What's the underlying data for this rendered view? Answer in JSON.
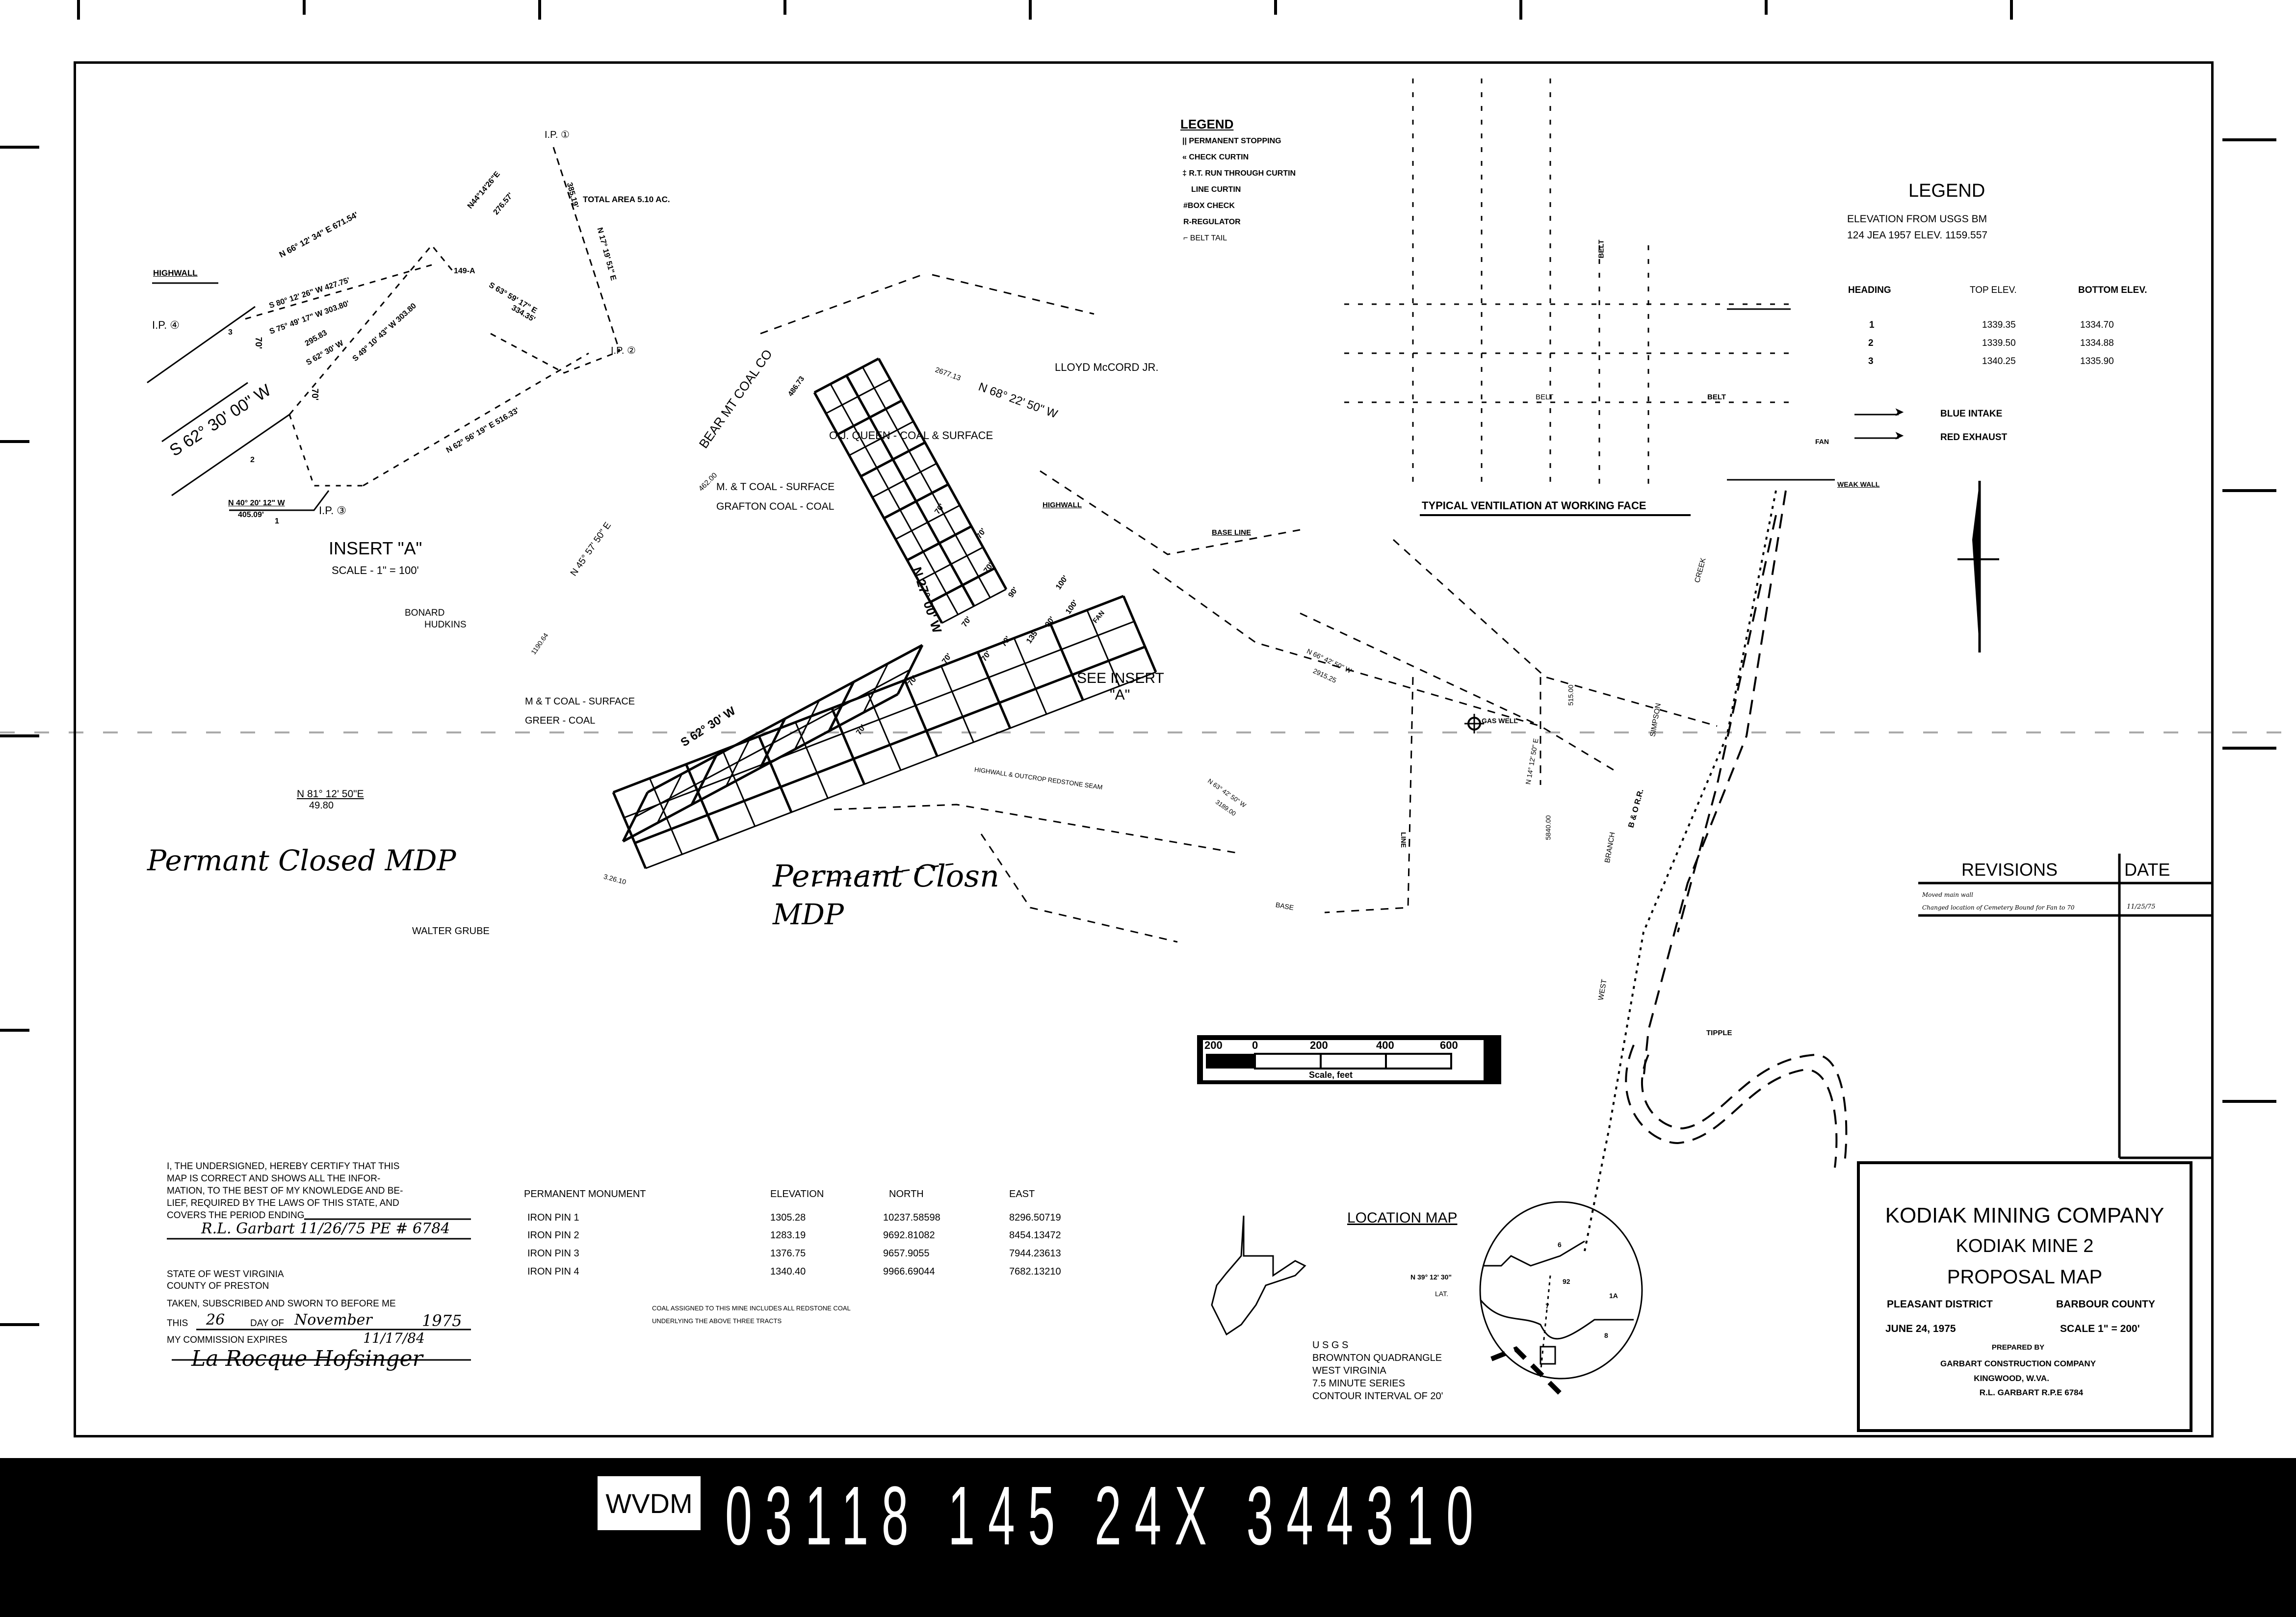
{
  "top_legend": {
    "title": "LEGEND",
    "items": [
      "|| PERMANENT  STOPPING",
      "« CHECK  CURTIN",
      "‡ R.T.  RUN THROUGH  CURTIN",
      "LINE CURTIN",
      "#BOX  CHECK",
      "R-REGULATOR",
      "⌐ BELT  TAIL"
    ]
  },
  "right_legend": {
    "title": "LEGEND",
    "elevation_line1": "ELEVATION  FROM  USGS  BM",
    "elevation_line2": "124 JEA 1957  ELEV. 1159.557",
    "headers": [
      "HEADING",
      "TOP ELEV.",
      "BOTTOM ELEV."
    ],
    "rows": [
      [
        "1",
        "1339.35",
        "1334.70"
      ],
      [
        "2",
        "1339.50",
        "1334.88"
      ],
      [
        "3",
        "1340.25",
        "1335.90"
      ]
    ],
    "air": [
      {
        "label": "BLUE  INTAKE",
        "color": "#000000"
      },
      {
        "label": "RED  EXHAUST",
        "color": "#000000"
      }
    ]
  },
  "insert_a": {
    "title": "INSERT \"A\"",
    "scale": "SCALE - 1\" = 100'",
    "highwall": "HIGHWALL",
    "total_area": "TOTAL  AREA  5.10  AC.",
    "bearing_main": "S 62° 30' 00\" W",
    "b1": "N 66° 12' 34\" E     671.54'",
    "b2": "N44°14'26\"E",
    "b2d": "276.57'",
    "b3": "S 80° 12' 26\" W    427.75'",
    "b4": "S 75° 49' 17\" W   303.80'",
    "b5": "295.83",
    "b5b": "S 62° 30' W",
    "b6": "S 49° 10' 43\" W    303.80",
    "b7": "S 63° 59' 17\" E",
    "b7d": "334.35'",
    "b8": "N 17° 19' 51\" E",
    "b8d": "385.19'",
    "b9": "N 62° 56' 19\" E     516.33'",
    "b10": "N 40° 20' 12\" W",
    "b10d": "405.09'",
    "tract": "149-A",
    "ip1": "I.P. ①",
    "ip2": "I.P. ②",
    "ip3": "I.P. ③",
    "ip4": "I.P. ④",
    "w70": "70'",
    "n1": "1",
    "n2": "2",
    "n3": "3"
  },
  "map_labels": {
    "bonard": "BONARD",
    "hudkins": "HUDKINS",
    "n45": "N 45° 57' 50\" E",
    "d1190": "1190.64",
    "mt_surface_lower": "M & T  COAL - SURFACE",
    "greer": "GREER          - COAL",
    "n81": "N 81° 12' 50\"E",
    "d4980": "49.80",
    "handwritten_1": "Permant Closed MDP",
    "handwritten_2": "Permant Closn",
    "handwritten_2b": "MDP",
    "walter": "WALTER  GRUBE",
    "d32610": "3.26.10",
    "bear_mt": "BEAR  MT  COAL  CO",
    "d48673": "486.73",
    "d46200": "462.00",
    "d267713": "2677.13",
    "n68": "N 68° 22' 50\" W",
    "lloyd": "LLOYD  McCORD  JR.",
    "oj_queen": "O.J. QUEEN - COAL & SURFACE",
    "mt_surface": "M. & T  COAL - SURFACE",
    "grafton": "GRAFTON  COAL - COAL",
    "highwall": "HIGHWALL",
    "n27": "N 27° 00' W",
    "s62": "S 62° 30' W",
    "see_insert": "SEE INSERT",
    "see_insert_a": "\"A\"",
    "fan": "FAN",
    "base_line": "BASE  LINE",
    "n66": "N 66° 42' 50\" W",
    "d291525": "2915.25",
    "gas_well": "GAS WELL",
    "outcrop": "HIGHWALL & OUTCROP  REDSTONE SEAM",
    "n63": "N 63° 42' 50\" W",
    "d318900": "3189.00",
    "line": "LINE",
    "base": "BASE",
    "n14": "N 14° 12' 50\" E",
    "d51500": "515.00",
    "d584000": "5840.00",
    "creek": "CREEK",
    "simpson": "SIMPSON",
    "branch": "BRANCH",
    "west": "WEST",
    "bo_rr": "B & O  R.R.",
    "tipple": "TIPPLE",
    "dims": [
      "70'",
      "70'",
      "70'",
      "70'",
      "90'",
      "100'",
      "70'",
      "70'",
      "135'",
      "90'",
      "100'",
      "70'",
      "70'",
      "70'"
    ]
  },
  "ventilation": {
    "title": "TYPICAL  VENTILATION  AT  WORKING  FACE",
    "belt": "BELT",
    "fan": "FAN",
    "weak_wall": "WEAK  WALL"
  },
  "scale_bar": {
    "ticks": [
      "200",
      "0",
      "200",
      "400",
      "600"
    ],
    "caption": "Scale, feet"
  },
  "location_map": {
    "title": "LOCATION  MAP",
    "lat": "N 39° 12' 30\"",
    "lat_label": "LAT.",
    "usgs": [
      "U S G S",
      "BROWNTON  QUADRANGLE",
      "WEST  VIRGINIA",
      "7.5  MINUTE  SERIES",
      "CONTOUR  INTERVAL  OF  20'"
    ],
    "routes": [
      "6",
      "7",
      "1A",
      "8",
      "92"
    ]
  },
  "certification": {
    "lines": [
      "I, THE UNDERSIGNED, HEREBY CERTIFY THAT THIS",
      "MAP IS CORRECT AND SHOWS ALL THE INFOR-",
      "MATION, TO THE BEST OF MY KNOWLEDGE AND BE-",
      "LIEF, REQUIRED BY THE LAWS OF THIS STATE, AND",
      "COVERS THE PERIOD ENDING"
    ],
    "signature": "R.L. Garbart  11/26/75   PE # 6784",
    "state": "STATE OF WEST VIRGINIA",
    "county": "COUNTY OF PRESTON",
    "taken": "TAKEN, SUBSCRIBED AND SWORN TO BEFORE ME",
    "this_day_prefix": "THIS",
    "day": "26",
    "day_of": "DAY OF",
    "month": "November",
    "year": "1975",
    "commission": "MY COMMISSION EXPIRES",
    "expires": "11/17/84",
    "notary_signature": "La Rocque Hofsinger"
  },
  "monuments": {
    "headers": [
      "PERMANENT  MONUMENT",
      "ELEVATION",
      "NORTH",
      "EAST"
    ],
    "rows": [
      [
        "IRON  PIN  1",
        "1305.28",
        "10237.58598",
        "8296.50719"
      ],
      [
        "IRON  PIN  2",
        "1283.19",
        "9692.81082",
        "8454.13472"
      ],
      [
        "IRON  PIN  3",
        "1376.75",
        "9657.9055",
        "7944.23613"
      ],
      [
        "IRON  PIN  4",
        "1340.40",
        "9966.69044",
        "7682.13210"
      ]
    ],
    "note_line1": "COAL ASSIGNED TO THIS MINE INCLUDES ALL REDSTONE COAL",
    "note_line2": "UNDERLYING THE ABOVE THREE TRACTS"
  },
  "revisions": {
    "title": "REVISIONS",
    "date_header": "DATE",
    "entries": [
      "Moved main wall",
      "Changed location of Cemetery Bound for Fan to 70"
    ],
    "date": "11/25/75"
  },
  "title_block": {
    "company": "KODIAK MINING COMPANY",
    "mine": "KODIAK  MINE  2",
    "map_type": "PROPOSAL   MAP",
    "district": "PLEASANT  DISTRICT",
    "county": "BARBOUR  COUNTY",
    "date": "JUNE  24,  1975",
    "scale": "SCALE  1\" = 200'",
    "prepared_by": "PREPARED  BY",
    "preparer": "GARBART  CONSTRUCTION  COMPANY",
    "location": "KINGWOOD,  W.VA.",
    "engineer": "R.L.  GARBART   R.P.E  6784"
  },
  "film_strip": {
    "tag": "WVDM",
    "number": "03118 145 24X 344310"
  }
}
